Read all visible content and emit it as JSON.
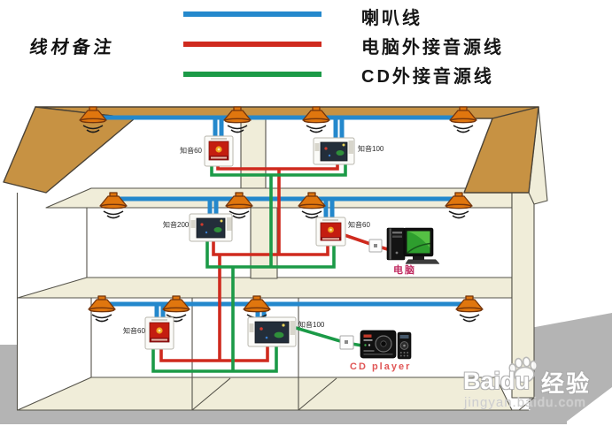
{
  "legend": {
    "title": "线材备注",
    "items": [
      {
        "label": "喇叭线",
        "color": "#2488cc"
      },
      {
        "label": "电脑外接音源线",
        "color": "#cf2a1e"
      },
      {
        "label": "CD外接音源线",
        "color": "#1b9a47"
      }
    ]
  },
  "panels": {
    "top_left": {
      "label": "知音60"
    },
    "top_right": {
      "label": "知音100"
    },
    "mid_left": {
      "label": "知音200"
    },
    "mid_right": {
      "label": "知音60"
    },
    "bottom_left": {
      "label": "知音60"
    },
    "bottom_right": {
      "label": "知音100"
    }
  },
  "devices": {
    "computer_label": "电脑",
    "cd_player_label": "CD player"
  },
  "watermark": {
    "brand": "Baidu",
    "brand_cn": "经验",
    "url": "jingyan.baidu.com"
  },
  "colors": {
    "wire-blue": "#2488cc",
    "wire-red": "#cf2a1e",
    "wire-green": "#1b9a47",
    "roof": "#c79243",
    "cream": "#f0edd9",
    "ground": "#b4b4b4",
    "spk": "#e0760e",
    "screen-red": "#c41d10",
    "screen-dark": "#232e3a",
    "label-pink": "#c02a60",
    "cd-label": "#e05555"
  }
}
